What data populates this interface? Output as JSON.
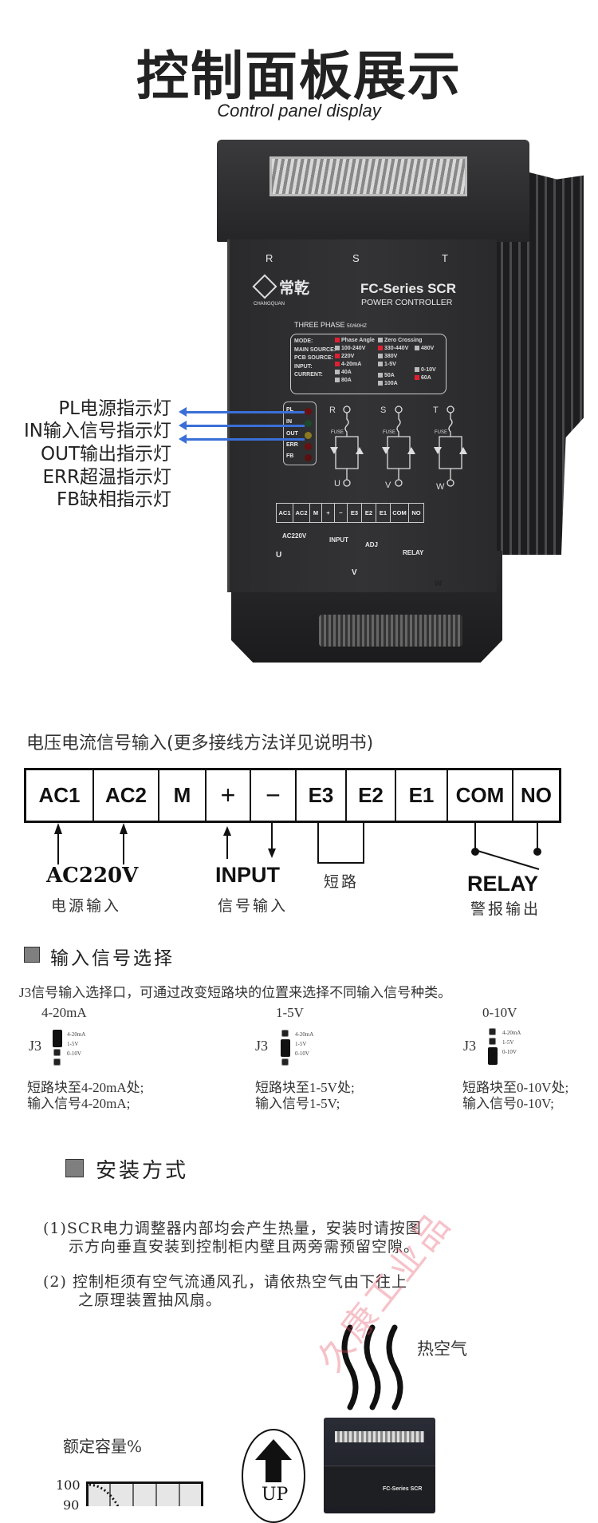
{
  "header": {
    "title": "控制面板展示",
    "subtitle": "Control panel display"
  },
  "device": {
    "phase_labels": [
      "R",
      "S",
      "T"
    ],
    "brand_cn": "常乾",
    "brand_en": "CHANGQUAN",
    "model": "FC-Series SCR",
    "model_sub": "POWER CONTROLLER",
    "three_phase": "THREE PHASE",
    "freq": "50/60HZ",
    "spec_labels": [
      "MODE:",
      "MAIN SOURCE:",
      "PCB SOURCE:",
      "INPUT:",
      "CURRENT:"
    ],
    "spec_options": {
      "mode": [
        {
          "text": "Phase Angle",
          "on": true
        },
        {
          "text": "Zero Crossing",
          "on": false
        }
      ],
      "main_source": [
        {
          "text": "100-240V",
          "on": false
        },
        {
          "text": "330-440V",
          "on": true
        },
        {
          "text": "480V",
          "on": false
        }
      ],
      "pcb_source": [
        {
          "text": "220V",
          "on": true
        },
        {
          "text": "380V",
          "on": false
        }
      ],
      "input": [
        {
          "text": "4-20mA",
          "on": true
        },
        {
          "text": "1-5V",
          "on": false
        },
        {
          "text": "0-10V",
          "on": false
        }
      ],
      "current": [
        {
          "text": "40A",
          "on": false
        },
        {
          "text": "50A",
          "on": false
        },
        {
          "text": "60A",
          "on": true
        },
        {
          "text": "80A",
          "on": false
        },
        {
          "text": "100A",
          "on": false
        }
      ]
    },
    "leds": [
      {
        "label": "PL",
        "color": "#6a1010"
      },
      {
        "label": "IN",
        "color": "#1c4a2a"
      },
      {
        "label": "OUT",
        "color": "#8a7a20"
      },
      {
        "label": "ERR",
        "color": "#6a1010"
      },
      {
        "label": "FB",
        "color": "#5a1010"
      }
    ],
    "fuse": "FUSE",
    "out_labels": [
      "U",
      "V",
      "W"
    ],
    "terminals": [
      "AC1",
      "AC2",
      "M",
      "+",
      "−",
      "E3",
      "E2",
      "E1",
      "COM",
      "NO"
    ],
    "terminal_notes": {
      "ac": "AC220V",
      "input": "INPUT",
      "adj": "ADJ",
      "relay": "RELAY"
    }
  },
  "led_callouts": [
    "PL电源指示灯",
    "IN输入信号指示灯",
    "OUT输出指示灯",
    "ERR超温指示灯",
    "FB缺相指示灯"
  ],
  "wiring": {
    "title": "电压电流信号输入(更多接线方法详见说明书)",
    "terminals": [
      "AC1",
      "AC2",
      "M",
      "+",
      "−",
      "E3",
      "E2",
      "E1",
      "COM",
      "NO"
    ],
    "ac_label": "AC220V",
    "ac_sub": "电源输入",
    "input_label": "INPUT",
    "input_sub": "信号输入",
    "short_label": "短路",
    "relay_label": "RELAY",
    "relay_sub": "警报输出"
  },
  "input_select": {
    "heading": "输入信号选择",
    "intro": "J3信号输入选择口，可通过改变短路块的位置来选择不同输入信号种类。",
    "pin_labels": [
      "4-20mA",
      "1-5V",
      "0-10V"
    ],
    "jumper_name": "J3",
    "options": [
      {
        "title": "4-20mA",
        "line1": "短路块至4-20mA处;",
        "line2": "输入信号4-20mA;"
      },
      {
        "title": "1-5V",
        "line1": "短路块至1-5V处;",
        "line2": "输入信号1-5V;"
      },
      {
        "title": "0-10V",
        "line1": "短路块至0-10V处;",
        "line2": "输入信号0-10V;"
      }
    ]
  },
  "install": {
    "heading": "安装方式",
    "p1_line1": "(1)SCR电力调整器内部均会产生热量，安装时请按图",
    "p1_line2": "示方向垂直安装到控制柜内壁且两旁需预留空隙。",
    "p2_line1": "(2) 控制柜须有空气流通风孔，请依热空气由下往上",
    "p2_line2": "之原理装置抽风扇。",
    "hot_air": "热空气",
    "up": "UP",
    "capacity_label": "额定容量%",
    "capacity_ticks": [
      "100",
      "90"
    ]
  },
  "watermark": "运久康工业品"
}
